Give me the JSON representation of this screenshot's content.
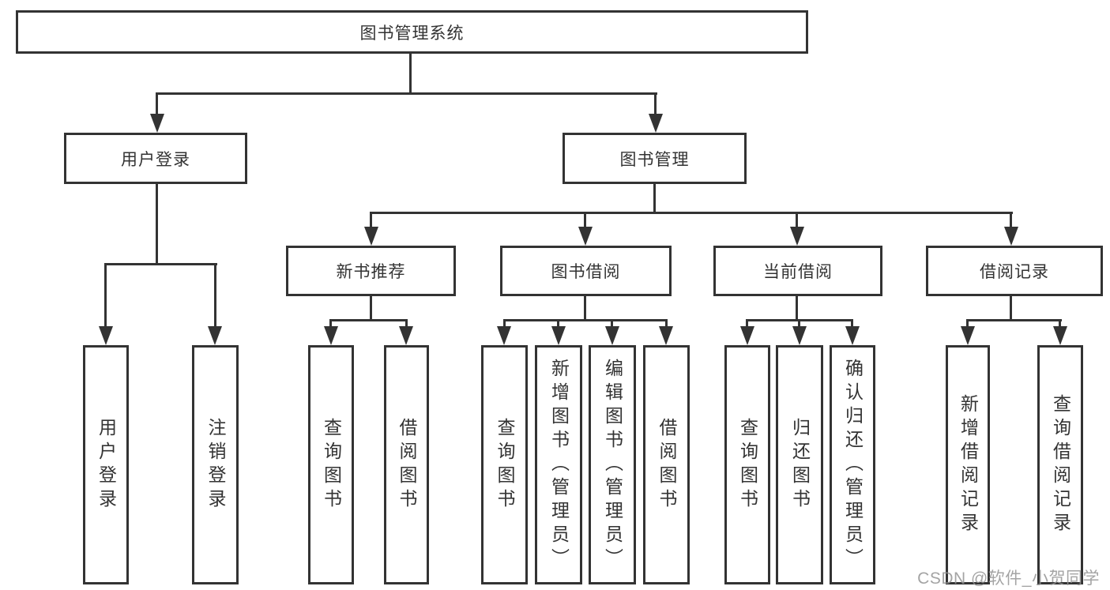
{
  "diagram": {
    "root": {
      "label": "图书管理系统"
    },
    "level2": [
      {
        "label": "用户登录"
      },
      {
        "label": "图书管理"
      }
    ],
    "level3": [
      {
        "label": "新书推荐"
      },
      {
        "label": "图书借阅"
      },
      {
        "label": "当前借阅"
      },
      {
        "label": "借阅记录"
      }
    ],
    "leaves": {
      "login": [
        {
          "label": "用户登录"
        },
        {
          "label": "注销登录"
        }
      ],
      "new_books": [
        {
          "label": "查询图书"
        },
        {
          "label": "借阅图书"
        }
      ],
      "book_borrow": [
        {
          "label": "查询图书"
        },
        {
          "label": "新增图书（管理员）"
        },
        {
          "label": "编辑图书（管理员）"
        },
        {
          "label": "借阅图书"
        }
      ],
      "current_borrow": [
        {
          "label": "查询图书"
        },
        {
          "label": "归还图书"
        },
        {
          "label": "确认归还（管理员）"
        }
      ],
      "borrow_records": [
        {
          "label": "新增借阅记录"
        },
        {
          "label": "查询借阅记录"
        }
      ]
    },
    "watermark": "CSDN @软件_小贺同学"
  },
  "colors": {
    "line": "#333333",
    "text": "#333333",
    "watermark": "#949494",
    "background": "#ffffff"
  }
}
